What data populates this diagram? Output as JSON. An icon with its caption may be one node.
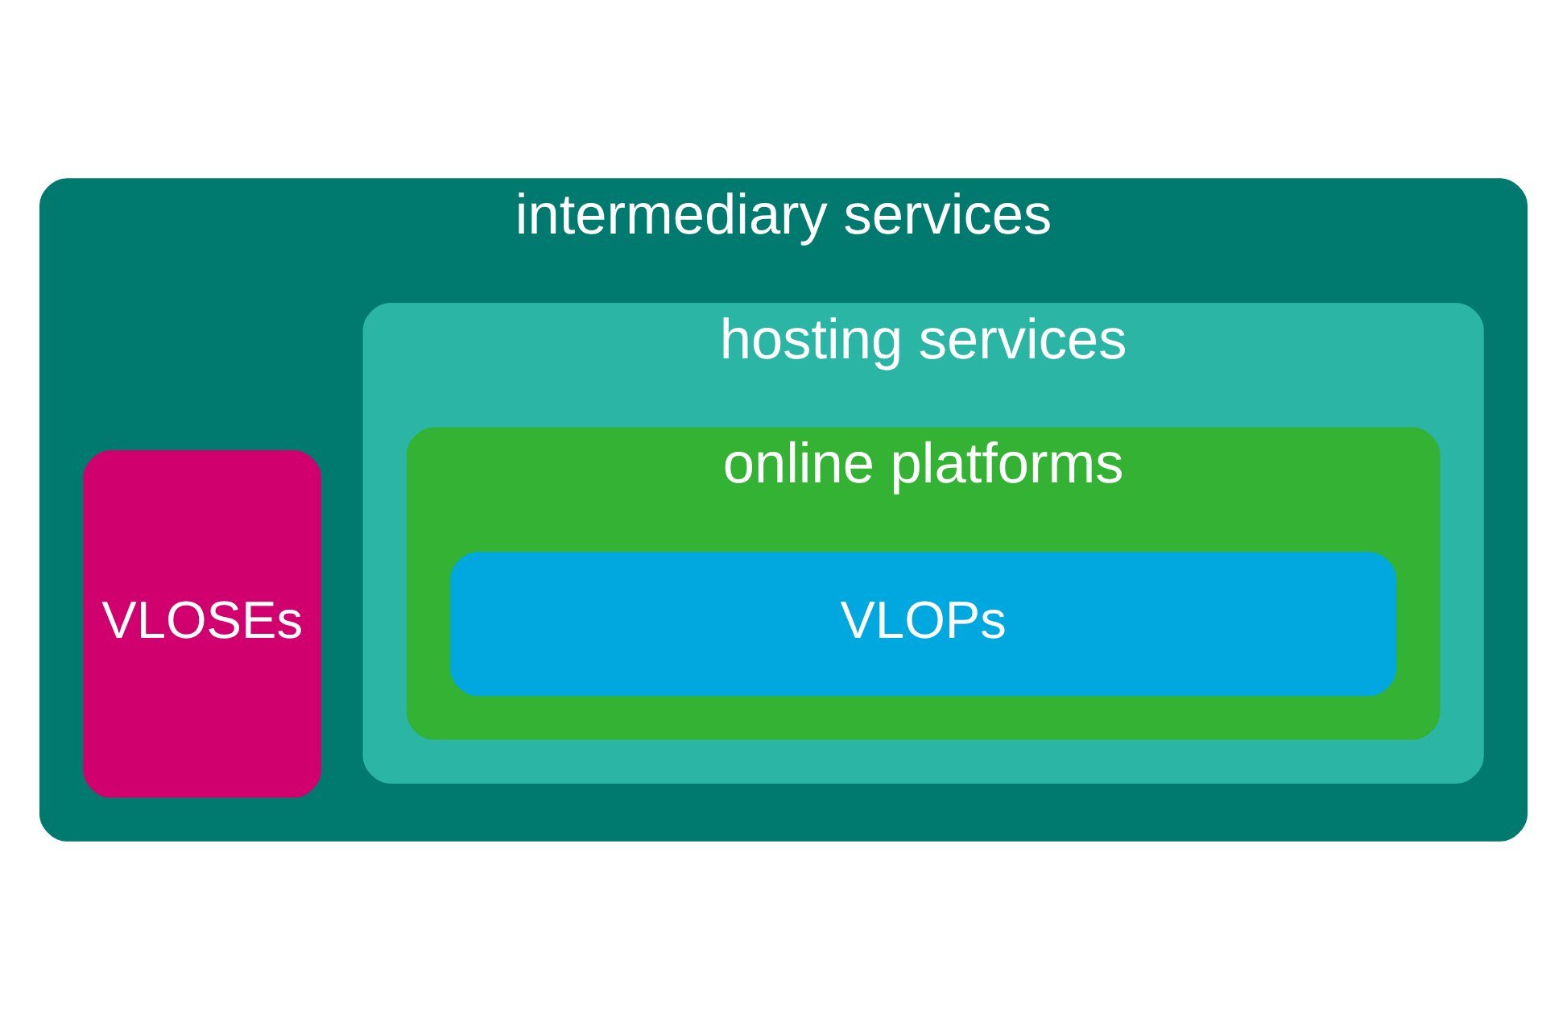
{
  "diagram": {
    "nodes": [
      {
        "text": [
          "intermediary services"
        ]
      },
      {
        "text": [
          "VLOSEs"
        ],
        "in": 0
      },
      {
        "text": [
          "hosting services"
        ],
        "in": 0
      },
      {
        "text": [
          "online platforms"
        ],
        "in": 2
      },
      {
        "text": [
          "VLOPs"
        ],
        "in": 3
      }
    ]
  }
}
